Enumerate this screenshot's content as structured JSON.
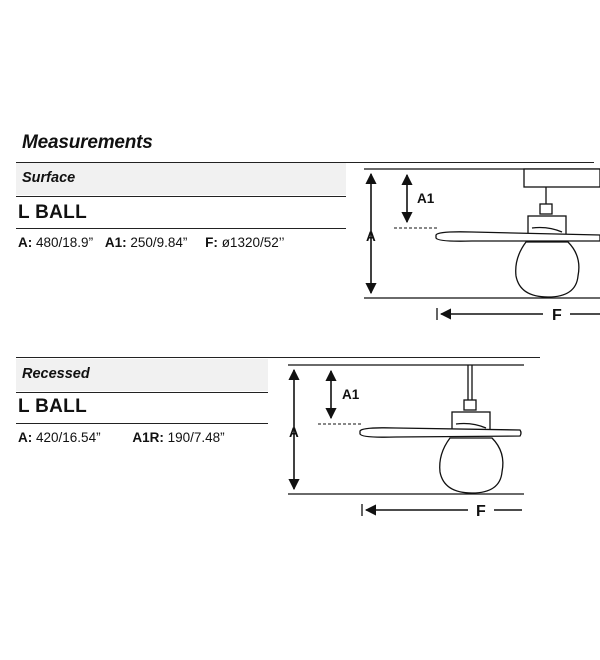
{
  "header": {
    "title": "Measurements"
  },
  "surface": {
    "type_label": "Surface",
    "model": "L BALL",
    "specs": [
      {
        "key": "A:",
        "value": "480/18.9”"
      },
      {
        "key": "A1:",
        "value": "250/9.84”"
      },
      {
        "key": "F:",
        "value": "ø1320/52’’"
      }
    ],
    "diagram": {
      "label_a": "A",
      "label_a1": "A1",
      "label_f": "F"
    }
  },
  "recessed": {
    "type_label": "Recessed",
    "model": "L BALL",
    "specs": [
      {
        "key": "A:",
        "value": "420/16.54”"
      },
      {
        "key": "A1R:",
        "value": "190/7.48”"
      }
    ],
    "diagram": {
      "label_a": "A",
      "label_a1": "A1",
      "label_f": "F"
    }
  },
  "colors": {
    "ink": "#111111",
    "panel": "#f1f1f1"
  }
}
